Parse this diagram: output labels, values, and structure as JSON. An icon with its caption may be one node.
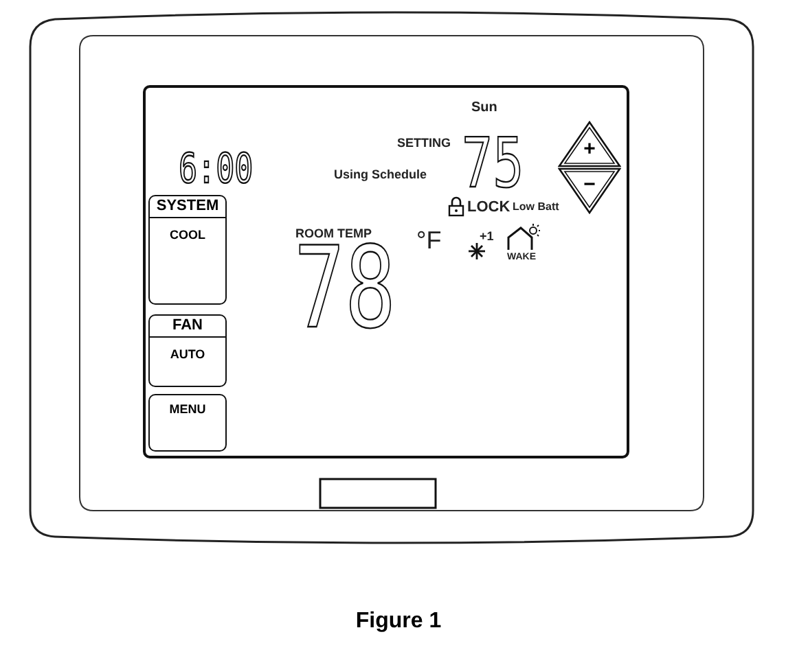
{
  "diagram": {
    "caption": "Figure 1",
    "nodes": [
      {
        "text": [
          "SYSTEM",
          "COOL"
        ]
      },
      {
        "text": [
          "FAN",
          "AUTO"
        ]
      },
      {
        "text": [
          "MENU"
        ]
      },
      {
        "text": [
          "+"
        ]
      },
      {
        "text": [
          "−"
        ]
      }
    ],
    "edges": [],
    "labels": [
      "Sun",
      "6:00",
      "SETTING",
      "75",
      "Using Schedule",
      "LOCK",
      "Low Batt",
      "ROOM TEMP",
      "°F",
      "+1",
      "WAKE",
      "78"
    ]
  }
}
